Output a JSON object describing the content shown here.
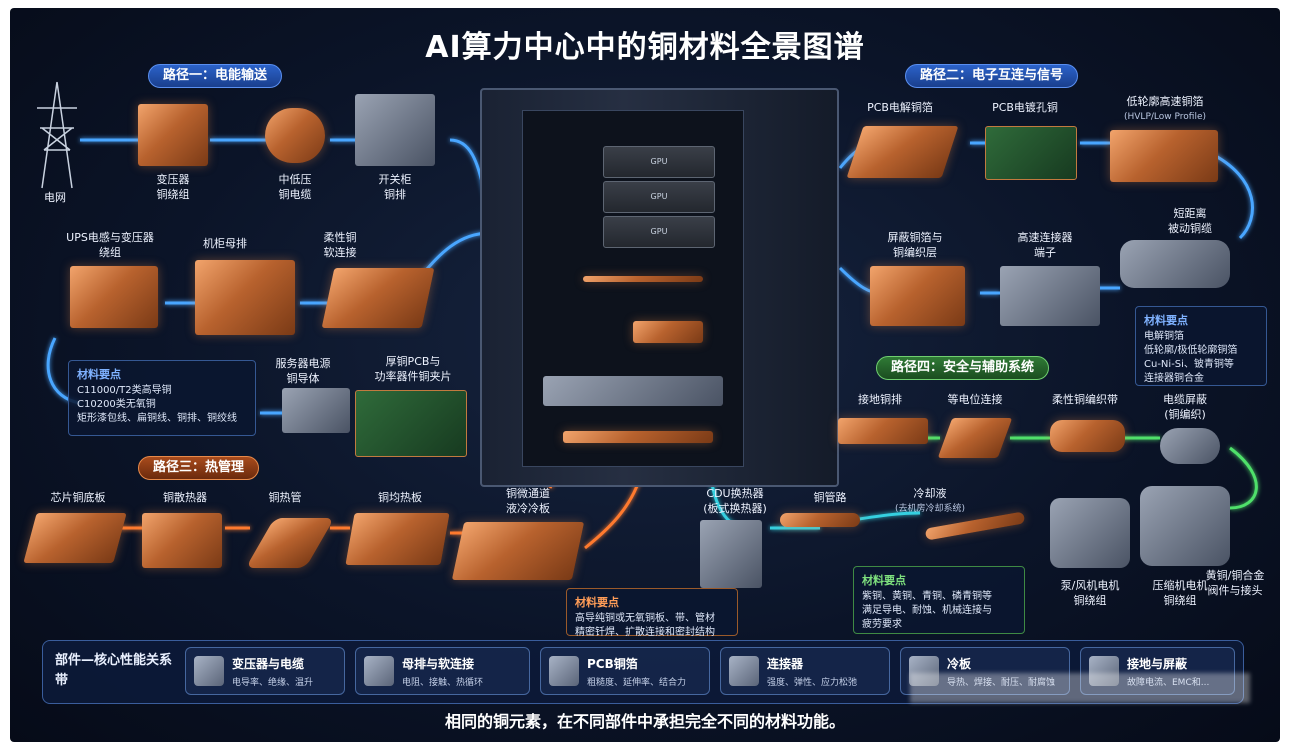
{
  "title": "AI算力中心中的铜材料全景图谱",
  "paths": {
    "p1": "路径一：电能输送",
    "p2": "路径二：电子互连与信号",
    "p3": "路径三：热管理",
    "p4": "路径四：安全与辅助系统"
  },
  "power": {
    "grid": "电网",
    "transformer": [
      "变压器",
      "铜绕组"
    ],
    "cable": [
      "中低压",
      "铜电缆"
    ],
    "switchgear": [
      "开关柜",
      "铜排"
    ],
    "ups": [
      "UPS电感与变压器",
      "绕组"
    ],
    "busbar": "机柜母排",
    "flex": [
      "柔性铜",
      "软连接"
    ],
    "psu": [
      "服务器电源",
      "铜导体"
    ],
    "thickpcb": [
      "厚铜PCB与",
      "功率器件铜夹片"
    ]
  },
  "box_power": {
    "heading": "材料要点",
    "lines": [
      "C11000/T2类高导铜",
      "C10200类无氧铜",
      "矩形漆包线、扁铜线、铜排、铜绞线"
    ]
  },
  "signal": {
    "foil": "PCB电解铜箔",
    "plating": "PCB电镀孔铜",
    "hvlp": [
      "低轮廓高速铜箔",
      "(HVLP/Low Profile)"
    ],
    "shield": [
      "屏蔽铜箔与",
      "铜编织层"
    ],
    "connector": [
      "高速连接器",
      "端子"
    ],
    "dac": [
      "短距离",
      "被动铜缆"
    ]
  },
  "box_signal": {
    "heading": "材料要点",
    "lines": [
      "电解铜箔",
      "低轮廓/极低轮廓铜箔",
      "Cu-Ni-Si、铍青铜等",
      "连接器铜合金"
    ]
  },
  "thermal": {
    "baseplate": "芯片铜底板",
    "heatsink": "铜散热器",
    "heatpipe": "铜热管",
    "vaporchamber": "铜均热板",
    "coldplate": [
      "铜微通道",
      "液冷冷板"
    ],
    "cdu": [
      "CDU换热器",
      "(板式换热器)"
    ],
    "pipe": "铜管路",
    "coolant": [
      "冷却液",
      "(去机房冷却系统)"
    ]
  },
  "box_thermal": {
    "heading": "材料要点",
    "lines": [
      "高导纯铜或无氧铜板、带、管材",
      "精密钎焊、扩散连接和密封结构"
    ]
  },
  "safety": {
    "ground": "接地铜排",
    "equipotential": "等电位连接",
    "braid": "柔性铜编织带",
    "cableshield": [
      "电缆屏蔽",
      "(铜编织)"
    ],
    "pumpmotor": [
      "泵/风机电机",
      "铜绕组"
    ],
    "compmotor": [
      "压缩机电机",
      "铜绕组"
    ],
    "valve": [
      "黄铜/铜合金",
      "阀件与接头"
    ]
  },
  "box_safety": {
    "heading": "材料要点",
    "lines": [
      "紫铜、黄铜、青铜、磷青铜等",
      "满足导电、耐蚀、机械连接与",
      "疲劳要求"
    ]
  },
  "rack": {
    "gpu_label": "GPU"
  },
  "band": {
    "title": "部件—核心性能关系带",
    "cells": [
      {
        "title": "变压器与电缆",
        "sub": "电导率、绝缘、温升"
      },
      {
        "title": "母排与软连接",
        "sub": "电阻、接触、热循环"
      },
      {
        "title": "PCB铜箔",
        "sub": "粗糙度、延伸率、结合力"
      },
      {
        "title": "连接器",
        "sub": "强度、弹性、应力松弛"
      },
      {
        "title": "冷板",
        "sub": "导热、焊接、耐压、耐腐蚀"
      },
      {
        "title": "接地与屏蔽",
        "sub": "故障电流、EMC和..."
      }
    ]
  },
  "footer": "相同的铜元素，在不同部件中承担完全不同的材料功能。"
}
